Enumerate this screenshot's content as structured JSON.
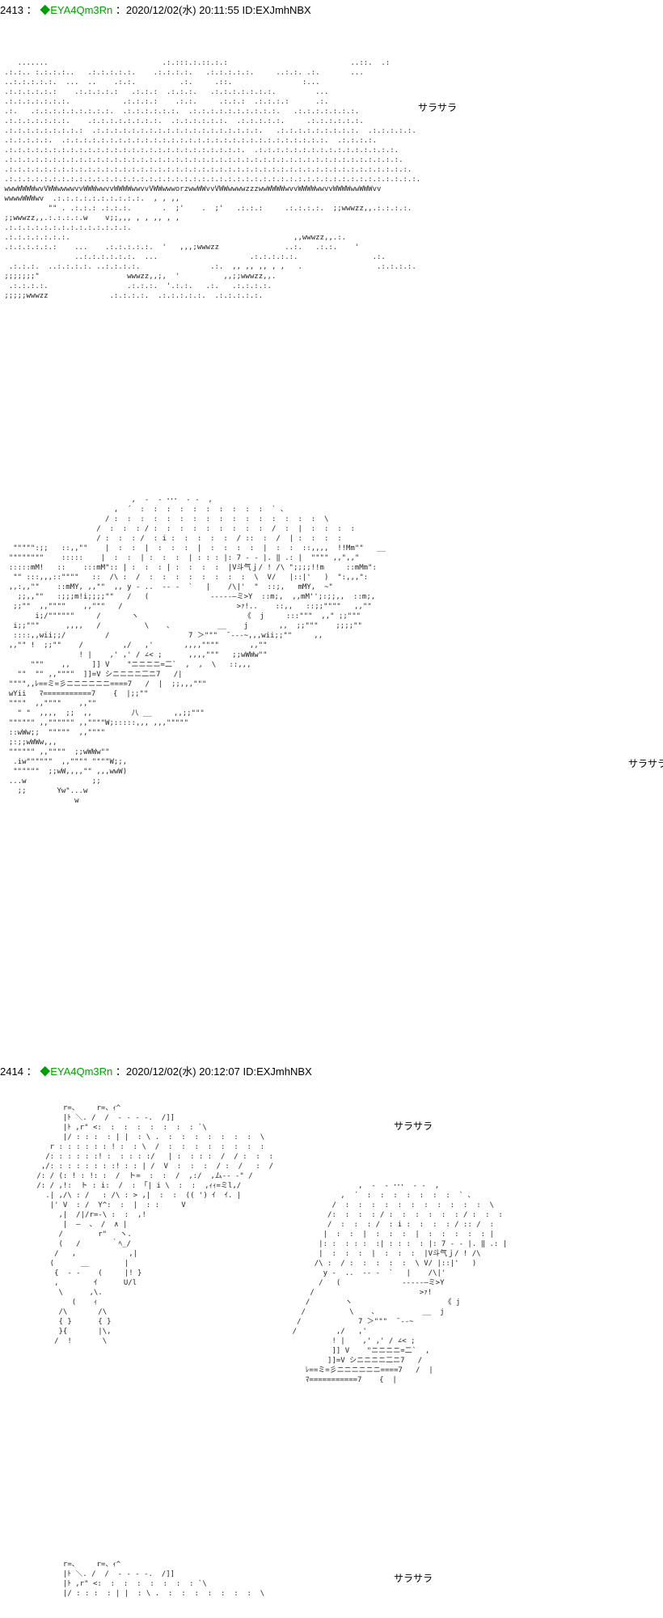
{
  "posts": [
    {
      "number": "2413",
      "separator": "：",
      "mark": "◆",
      "name": "EYA4Qm3Rn",
      "datetime": "：2020/12/02(水) 20:11:55 ID:EXJmhNBX",
      "sfx": [
        "サラサラ",
        "サラサラ"
      ]
    },
    {
      "number": "2414",
      "separator": "：",
      "mark": "◆",
      "name": "EYA4Qm3Rn",
      "datetime": "：2020/12/02(水) 20:12:07 ID:EXJmhNBX",
      "sfx": [
        "サラサラ",
        "サラサラ"
      ]
    }
  ],
  "art": {
    "desert": "    .......                          .:.:::.:.::.:.:                            ..::.  .:\n .:.:.. :.:.:.:..   .:.:.:.:.:.    .:.:.:.:.   .:.:.:.:.:.     ..:.:. .:.       ...\n ..:.:.:.:.:.  ...  ..    .:.:.          .:.     .::.                :...\n .:.:.:.:.:.:    .:.:.:.:.:   .:.:.:  .:.:.:.   .:.:.:.:.:.:.:.         ...\n .:.:.:.:.:.:.:.            .:.:.:.:    .:.:.     .:.:.:  .:.:.:.:      .:.\n .:.   .:.:.:.:.:.:.:.:.:.  .:.:.:.:.:.:.  .:.:.:.:.:.:.:.:.:.:.   .:.:.:.:.:.:.:.\n .:.:.:.:.:.:.:.    .:.:.:.:.:.:.:.:.  .:.:.:.:.:.:.  .:.:.:.:.:.     .:.:.:.:.:.:.\n .:.:.:.:.:.:.:.:.:  .:.:.:.:.:.:.:.:.:.:.:.:.:.:.:.:.:.:.:.   .:.:.:.:.:.:.:.:.:.  .:.:.:.:.:.\n .:.:.:.:.:.  .:.:.:.:.:.:.:.:.:.:.:.:.:.:.:.:.:.:.:.:.:.:.:.:.:.:.:.:.:.:.  .:.:.:.:.\n .:.:.:.:.:.:.:.:.:.:.:.:.:.:.:.:.:.:.:.:.:.:.:.:.:.:.:.  .:.:.:.:.:.:.:.:.:.:.:.:.:.:.:.:.\n .:.:.:.:.:.:.:.:.:.:.:.:.:.:.:.:.:.:.:.:.:.:.:.:.:.:.:.:.:.:.:.:.:.:.:.:.:.:.:.:.:.:.:.:.:.\n .:.:.:.:.:.:.:.:.:.:.:.:.:.:.:.:.:.:.:.:.:.:.:.:.:.:.:.:.:.:.:.:.:.:.:.:.:.:.:.:.:.:.:.:.:.:.\n .:.:.:.:.:.:.:.:.:.:.:.:.:.:.:.:.:.:.:.:.:.:.:.:.:.:.:.:.:.:.:.:.:.:.:.:.:.:.:.:.:.:.:.:.:.:.:.\n wwwWWWWwvVWWwwwwvvWWWwwvvWWWWwwvvVWWwwworzwwWWvvVWWwwwwzzzwwWWWWwvvWWWWwwvvWWWWwwWWWvv\n wwwwWWWwv  .:.:.:.:.:.:.:.:.:.:.  , , ,,\n           \"\" . .:.:.: .:.:.:.       .  ;'    .  ;'   .:.:.:     .:.:.:.:.  ;;wwwzz,,.:.:.:.:.\n ;;wwwzz,,.:.:.:.:.w    v;;,,, , , ,, , ,\n .:.:.:.:.:.:.:.:.:.:.:.:.:.:.\n .:.:.:.:.:.:.:.                                                   ,,wwwzz,,.:.\n .:.:.:.:.:.:    ...    .:.:.:.:.:.  '   ,,,;wwwzz               ..:.   .:.:.    '\n                 ..:.:.:.:.:.:.  ...                     .:.:.:.:.:.                 .:.\n  .:.:.:.  ..:.:.:.:. ..:.:.:.:.                .:.  ,, ,, ,, , ,   .                 .:.:.:.:.\n ;;;;;;;\"                    wwwzz,,;,  '          ,,;;wwwzz,,.\n  .:.:.:.:.                  .:.:.:.  '.:.:.   .:.   .:.:.:.:.\n ;;;;;wwwzz              .:.:.:.:.  .:.:.:.:.:.  .:.:.:.:.:.",
    "scene": "                              ,  -  ‐ ･･･  ‐ -  ,\n                          ,  ´  :  :  :  :  :  :  :  :  :  :  ` 、\n                        / :  :  :  :  :  :  :  :  :  :  :  :  :  :  :  :  \\\n                      /  :  :  : / :  :  :  :  :  :  :  :  :  /  :  |  :  :  :  :\n                      / :  :  : /  : i :  :  :  :  :  / ::  :  /  | :  :  :  :\n   \"\"\"\"\":;;   ::,,\"\"    |  :  :  |  :  :  :  |  :  :  :  :  |  :  :  ::,,,,  !!Mm\"\"   __\n  \"\"\"\"\"\"\"\"    :::::    |  :  :  | :  :  :  | : : : |: 7 ‐ - |. ‖ .: |  \"\"\"\" ,,\",,\"\n  :::::mM!   ::    :::mM\":: | :  :  : | :  :  :  :  |V斗气ｊ/ ! /\\ \";;;;!!m     ::mMm\":\n   \"\" :::,,,::\"\"\"\"   ::  /\\ :  /  :  :  :  :  :  :  :  :  \\  V/   |::|'   )  \":,,,\":\n  ,,:,,\"\"    ::mMY, ,,\"\"  ,, y ‐ ..  ‐‐ ‐  `   |    /\\|'  \"  ::;,   mMY,  ~\"\n    ;;,,\"\"   :;;;m!i;;;;\"\"   /   (              ‐‐‐‐‐―ミ>Y  ::m;,  ,,mM'';:;;,,  ::m;,\n   ;;\"\"  ,,\"\"\"\"    ,,\"\"\"   /                          >ｧ!..    ::,,   ::;;\"\"\"\"   ,,\"\"\n        i;/\"\"\"\"\"\"     /       ヽ                        《  j     :::\"\"\"  ,,\" ;;\"\"\"\n   i;;\"\"\"      ,,,,   /          \\    、          __    j       ,,  ;;\"\"\"    ;;;;\"\"\n   ::::,,wii;;/         /                  ̄7 ＞\"\"\"  ̄ ‐‐‐~,,,wii;;\"\"     ,,\n  ,,\"\" !  ;;\"\"    /         ,/   ,'       ,,,,\"\"\"\"       ,,\"\"\n                  ! |    ,' ,' / ∠< ;      ,,,,\"\"\"   ;;wWWw\"\"\n       \"\"\"    ,,     ]] V    \"ニニニニ=二`  ,  ,  \\   ::,,,\n    \"\"  \"\" ,,\"\"\"\"  ]]=V シニニニニ二ニ7   /|\n  \"\"\"\",,ﾚ==ミ=彡ニニニニニニ====7   /  |  ;;,,,\"\"\"\n  wYii   ﾏ===========7    {  |;;\"\"\n  \"\"\"\"  ,,\"\"\"\"    ,,\"\"\n    \" \"  ,,,,  ;;  ,,         八 __     ,,;;\"\"\"\n  \"\"\"\"\"\" ,,\"\"\"\"\"\" ,,\"\"\"\"W;:::::,,, ,,,\"\"\"\"\"\n  ::wWw;;  \"\"\"\"\"  ,,\"\"\"\"\n  ;:;;wWWw,,,\n  \"\"\"\"\"\" ,,\"\"\"\"  ;;wWWw\"\"\n   .iw\"\"\"\"\"\"  ,,\"\"\"\" \"\"\"\"W;;,\n   \"\"\"\"\"\"  ;;wW,,,,\"\" ,,,wwW)\n  ...w               ;;\n    ;;       Yw\"...w\n                 w",
    "pair": "       r=、    r=、ｨ^\n       |ﾄ ＼. /  /  ‐ ‐ ‐ -.  /]]\n       |ﾄ ,r\" <:  :  :  :  :  :  :  : `\\\n       |/ : : :  : | |  : \\ .  :  :  :  :  :  :  :  \\\n    r : : : : : : ! :  : \\  /  :  :  :  :  :  :  :  :  :  :  \\\n   /: : : : : :! :  : : : :/   | :  : : :  /  / :  :  : /     \\\n  ,/: : : : : : : :! : : | /  V  :  :  :  / :  /   :  /   \\\n /: / (: ! : !: :  /  ト=  :  :  /  ,:/  ,ム‐‐ ‐\" /\n /: / ,!:  ト : i:  /  : 「| i \\  :  :  ,ｨｨ=ミl,/\n   .| ,/\\ : /   : /\\ : > ,|  :  :  (( ') ｲ  ｲ. |\n    |' V  : /  Y^:  :  |  : :     V\n      ,|  /|/r=‐\\ :  :  ,!\n       |  ―  、 /  ∧ |\n      /        r\"   ヽ.\n      (   /       ｀ﾍ_/\n     /   ,            ,|\n    (      __        |\n     {  - -    (     |! }\n     ,        ｲ      U/l\n      \\      ,\\.\n         (    ｨ\n      /\\       /\\\n      { }      { }\n      }{       |\\,\n     /  !       \\",
    "pair_right": "                   ,  -  ‐ ･･･  ‐ -  ,\n               ,  ´  :  :  :  :  :  :  :  ` 、\n             /  :  :  :  :  :  :  :  :  :  :  :  \\\n            /:  :  :  : / :  :  :  :  :  : / :  :  :\n            /  :  :  : /  : i :  :  :  : / :: /  :\n           |  :  :  |  :  :  :  |  :  :  :  :  : |\n          |: :  : : :  :| : : :  : |: 7 ‐ - |. ‖ .: |\n          |  :  :  :  |  :  :  :  |V斗气ｊ/ ! /\\\n         /\\ :  / :  :  :  :  :  \\ V/ |::|'   )\n           y ‐  ..  ‐‐ ‐  `   |    /\\|'\n          /   (              ‐‐‐‐‐―ミ>Y\n        /                        >ｧ!\n       /        ヽ                     《 j\n      /          \\    、          __  j\n     /             ̄7 ＞\"\"\"  ̄ ‐‐~\n    /         ,/   ,'\n             ! |    ,' ,' / ∠< ;\n             ]] V    \"ニニニニ=二`  ,\n            ]]=V シニニニニ二ニ7   /\n       ﾚ==ミ=彡ニニニニニニ====7   /  |\n       ﾏ===========7    {  |",
    "pair_bottom": "       r=、    r=、ｨ^\n       |ﾄ ＼. /  /  ‐ ‐ ‐ -.  /]]\n       |ﾄ ,r\" <:  :  :  :  :  :  :  : `\\\n       |/ : : :  : | |  : \\ .  :  :  :  :  :  :  :  \\"
  }
}
